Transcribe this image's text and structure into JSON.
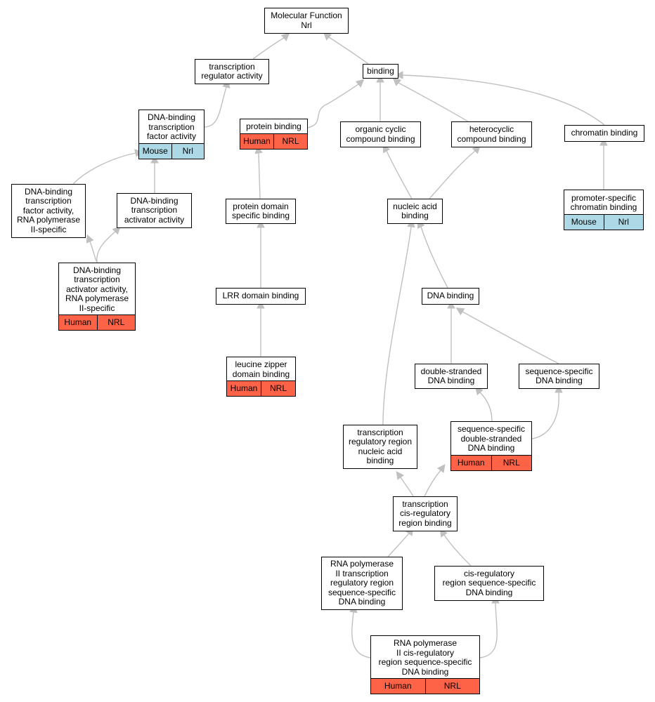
{
  "nodes": [
    {
      "id": "mf",
      "lines": "Molecular Function\nNrl"
    },
    {
      "id": "tra",
      "lines": "transcription\nregulator activity"
    },
    {
      "id": "binding",
      "lines": "binding"
    },
    {
      "id": "dbtfa",
      "lines": "DNA-binding\ntranscription\nfactor activity",
      "species": {
        "type": "mouse",
        "left": "Mouse",
        "right": "Nrl"
      }
    },
    {
      "id": "protein_binding",
      "lines": "protein binding",
      "species": {
        "type": "human",
        "left": "Human",
        "right": "NRL"
      }
    },
    {
      "id": "organic_cyclic",
      "lines": "organic cyclic\ncompound binding"
    },
    {
      "id": "heterocyclic",
      "lines": "heterocyclic\ncompound binding"
    },
    {
      "id": "chromatin",
      "lines": "chromatin binding"
    },
    {
      "id": "dbtfa_rnap2",
      "lines": "DNA-binding\ntranscription\nfactor activity,\nRNA polymerase\nII-specific"
    },
    {
      "id": "dbtaa",
      "lines": "DNA-binding\ntranscription\nactivator activity"
    },
    {
      "id": "protein_domain",
      "lines": "protein domain\nspecific binding"
    },
    {
      "id": "nucleic_acid",
      "lines": "nucleic acid\nbinding"
    },
    {
      "id": "promoter_chromatin",
      "lines": "promoter-specific\nchromatin binding",
      "species": {
        "type": "mouse",
        "left": "Mouse",
        "right": "Nrl"
      }
    },
    {
      "id": "dbtaa_rnap2",
      "lines": "DNA-binding\ntranscription\nactivator activity,\nRNA polymerase\nII-specific",
      "species": {
        "type": "human",
        "left": "Human",
        "right": "NRL"
      }
    },
    {
      "id": "lrr",
      "lines": "LRR domain binding"
    },
    {
      "id": "dna_binding",
      "lines": "DNA binding"
    },
    {
      "id": "leucine_zipper",
      "lines": "leucine zipper\ndomain binding",
      "species": {
        "type": "human",
        "left": "Human",
        "right": "NRL"
      }
    },
    {
      "id": "ds_dna",
      "lines": "double-stranded\nDNA binding"
    },
    {
      "id": "seq_dna",
      "lines": "sequence-specific\nDNA binding"
    },
    {
      "id": "seq_ds_dna",
      "lines": "sequence-specific\ndouble-stranded\nDNA binding",
      "species": {
        "type": "human",
        "left": "Human",
        "right": "NRL"
      }
    },
    {
      "id": "trr_na",
      "lines": "transcription\nregulatory region\nnucleic acid\nbinding"
    },
    {
      "id": "tcis",
      "lines": "transcription\ncis-regulatory\nregion binding"
    },
    {
      "id": "rnap2_trr",
      "lines": "RNA polymerase\nII transcription\nregulatory region\nsequence-specific\nDNA binding"
    },
    {
      "id": "cis_seq",
      "lines": "cis-regulatory\nregion sequence-specific\nDNA binding"
    },
    {
      "id": "rnap2_cis",
      "lines": "RNA polymerase\nII cis-regulatory\nregion sequence-specific\nDNA binding",
      "species": {
        "type": "human",
        "left": "Human",
        "right": "NRL"
      }
    }
  ],
  "edges": [
    {
      "from": "tra",
      "to": "mf"
    },
    {
      "from": "binding",
      "to": "mf"
    },
    {
      "from": "dbtfa",
      "to": "tra"
    },
    {
      "from": "protein_binding",
      "to": "binding"
    },
    {
      "from": "organic_cyclic",
      "to": "binding"
    },
    {
      "from": "heterocyclic",
      "to": "binding"
    },
    {
      "from": "chromatin",
      "to": "binding"
    },
    {
      "from": "dbtfa_rnap2",
      "to": "dbtfa"
    },
    {
      "from": "dbtaa",
      "to": "dbtfa"
    },
    {
      "from": "protein_domain",
      "to": "protein_binding"
    },
    {
      "from": "nucleic_acid",
      "to": "organic_cyclic"
    },
    {
      "from": "nucleic_acid",
      "to": "heterocyclic"
    },
    {
      "from": "promoter_chromatin",
      "to": "chromatin"
    },
    {
      "from": "dbtaa_rnap2",
      "to": "dbtfa_rnap2"
    },
    {
      "from": "dbtaa_rnap2",
      "to": "dbtaa"
    },
    {
      "from": "lrr",
      "to": "protein_domain"
    },
    {
      "from": "dna_binding",
      "to": "nucleic_acid"
    },
    {
      "from": "trr_na",
      "to": "nucleic_acid"
    },
    {
      "from": "leucine_zipper",
      "to": "lrr"
    },
    {
      "from": "ds_dna",
      "to": "dna_binding"
    },
    {
      "from": "seq_dna",
      "to": "dna_binding"
    },
    {
      "from": "seq_ds_dna",
      "to": "ds_dna"
    },
    {
      "from": "seq_ds_dna",
      "to": "seq_dna"
    },
    {
      "from": "tcis",
      "to": "trr_na"
    },
    {
      "from": "tcis",
      "to": "seq_ds_dna"
    },
    {
      "from": "rnap2_trr",
      "to": "tcis"
    },
    {
      "from": "cis_seq",
      "to": "tcis"
    },
    {
      "from": "rnap2_cis",
      "to": "rnap2_trr"
    },
    {
      "from": "rnap2_cis",
      "to": "cis_seq"
    }
  ],
  "colors": {
    "human": "#ff6347",
    "mouse": "#add8e6",
    "edge": "#c0c0c0"
  }
}
